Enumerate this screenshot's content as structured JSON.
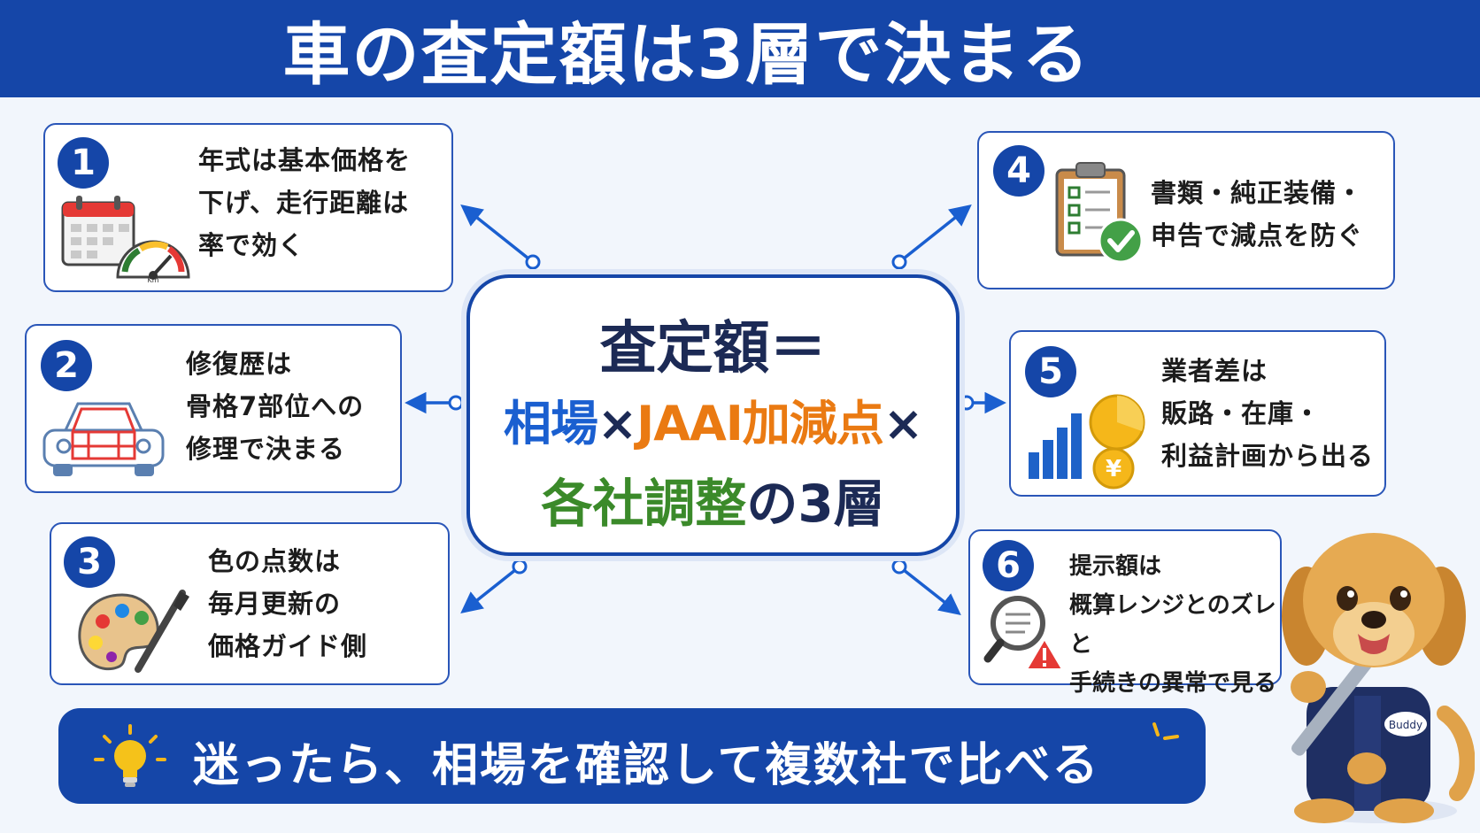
{
  "title": "車の査定額は3層で決まる",
  "center": {
    "line1": "査定額＝",
    "line2": [
      {
        "text": "相場",
        "color": "#1a5fd0"
      },
      {
        "text": "×",
        "color": "#1c2a55"
      },
      {
        "text": "JAAI加減点",
        "color": "#ea7a12"
      },
      {
        "text": "×",
        "color": "#1c2a55"
      }
    ],
    "line3": [
      {
        "text": "各社調整",
        "color": "#3b8a2a"
      },
      {
        "text": "の3層",
        "color": "#1c2a55"
      }
    ]
  },
  "cards": [
    {
      "number": "1",
      "text": "年式は基本価格を\n下げ、走行距離は\n率で効く",
      "icon": "calendar-speedometer-icon"
    },
    {
      "number": "2",
      "text": "修復歴は\n骨格7部位への\n修理で決まる",
      "icon": "car-frame-icon"
    },
    {
      "number": "3",
      "text": "色の点数は\n毎月更新の\n価格ガイド側",
      "icon": "paint-palette-icon"
    },
    {
      "number": "4",
      "text": "書類・純正装備・\n申告で減点を防ぐ",
      "icon": "clipboard-check-icon"
    },
    {
      "number": "5",
      "text": "業者差は\n販路・在庫・\n利益計画から出る",
      "icon": "chart-coins-icon"
    },
    {
      "number": "6",
      "text": "提示額は\n概算レンジとのズレと\n手続きの異常で見る",
      "icon": "magnifier-warning-icon"
    }
  ],
  "speedometer_label": "Km",
  "footer": "迷ったら、相場を確認して複数社で比べる",
  "mascot": {
    "badge": "Buddy"
  },
  "colors": {
    "primary": "#1546a8",
    "blue": "#1a5fd0",
    "orange": "#ea7a12",
    "green": "#3b8a2a"
  }
}
